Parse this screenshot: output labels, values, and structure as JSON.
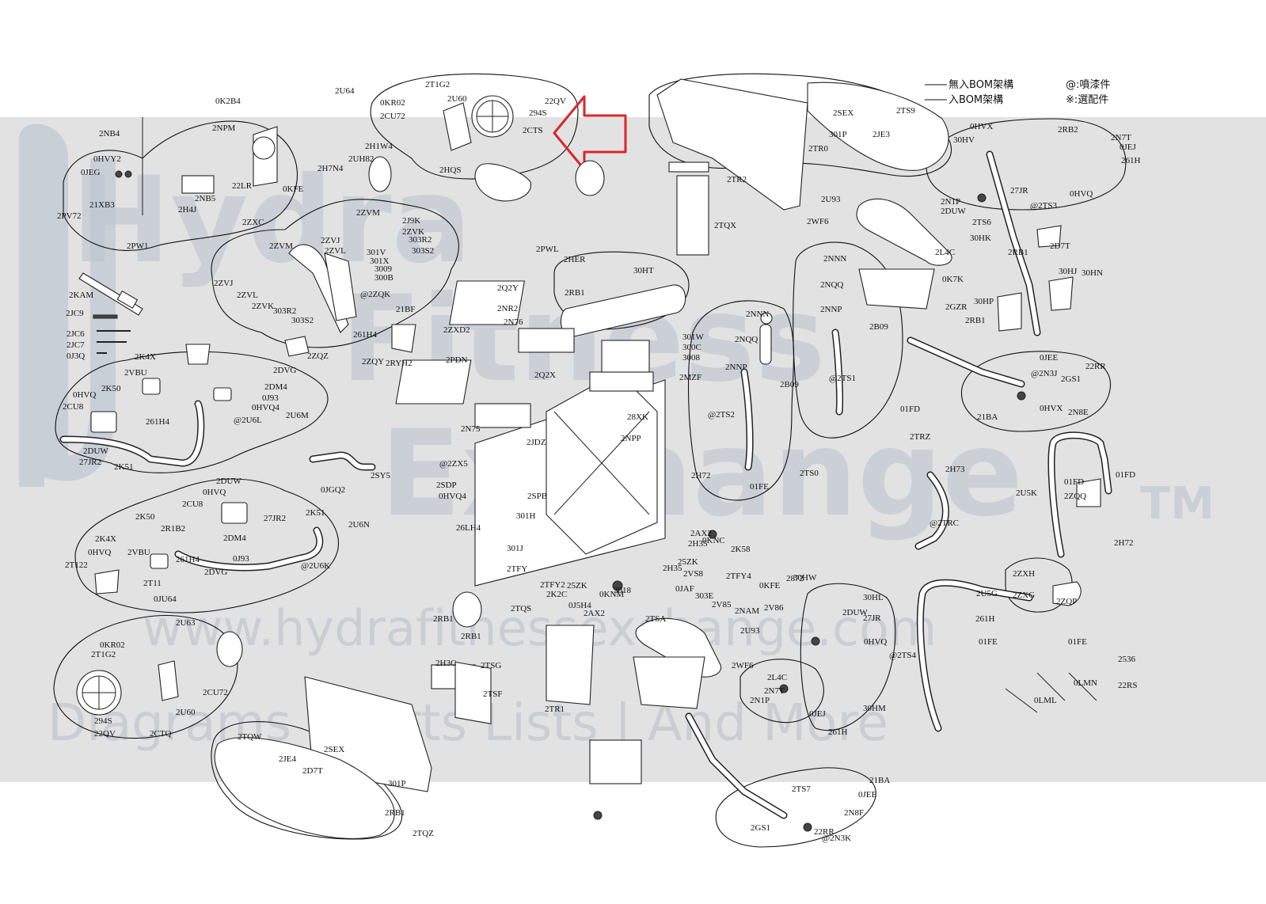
{
  "legend": {
    "line1": "無入BOM架構",
    "line2": "入BOM架構",
    "note1": "@:噴漆件",
    "note2": "※:選配件"
  },
  "watermark": {
    "brand_line1": "Hydra",
    "brand_line2": "Fitness",
    "brand_line3": "Exchange",
    "tm": "TM",
    "url": "www.hydrafitnessexchange.com",
    "tagline": "Diagrams | Parts Lists | And More"
  },
  "callout_arrow": {
    "color": "#d9262b",
    "points_to": "2CTS"
  },
  "part_labels": [
    "2U64",
    "2T1G2",
    "0KR02",
    "2U60",
    "2CU72",
    "294S",
    "22QV",
    "2CTS",
    "0K2B4",
    "2NPM",
    "2NB4",
    "0HVY2",
    "0JEG",
    "22LR",
    "2H4J",
    "2NB5",
    "21XB3",
    "2PV72",
    "2PW1",
    "2H1W4",
    "2UH82",
    "2H7N4",
    "2HQS",
    "0KFE",
    "2ZXC",
    "2ZVM",
    "2J9K",
    "2ZVK",
    "303R2",
    "303S2",
    "2ZVJ",
    "2ZVL",
    "301V",
    "301X",
    "3009",
    "300B",
    "2ZVM",
    "2ZVJ",
    "2ZVL",
    "2ZVK",
    "303R2",
    "303S2",
    "@2ZQK",
    "21BF",
    "261H4",
    "2ZQZ",
    "2ZQY",
    "2RYH2",
    "2ZXD2",
    "2KAM",
    "2JC9",
    "2JC6",
    "2JC7",
    "0J3Q",
    "2K4X",
    "2VBU",
    "2K50",
    "0HVQ",
    "2CU8",
    "2DVG",
    "2DM4",
    "0J93",
    "0HVQ4",
    "@2U6L",
    "2U6M",
    "261H4",
    "2DUW",
    "27JR2",
    "2K51",
    "2SY5",
    "0JGQ2",
    "2DUW",
    "0HVQ",
    "2CU8",
    "2K50",
    "2R1B2",
    "27JR2",
    "2K51",
    "2U6N",
    "2DM4",
    "2K4X",
    "0HVQ",
    "2VBU",
    "261H4",
    "0J93",
    "2DVG",
    "@2U6K",
    "2T122",
    "2T11",
    "0JU64",
    "2U63",
    "0KR02",
    "2T1G2",
    "2CU72",
    "2U60",
    "294S",
    "22QV",
    "2CTQ",
    "2TR2",
    "2TQX",
    "2SEX",
    "2TS9",
    "301P",
    "2JE3",
    "2TR0",
    "2PWL",
    "2HER",
    "30HT",
    "2Q2Y",
    "2NR2",
    "2N76",
    "2RB1",
    "301W",
    "300C",
    "3008",
    "2MZF",
    "2PDN",
    "2Q2X",
    "2N75",
    "2JDZ",
    "@2ZX5",
    "2SDP",
    "0HVQ4",
    "2SPB",
    "26LH4",
    "28XK",
    "2NPP",
    "301H",
    "301J",
    "2TFY",
    "2TFY2",
    "2K2C",
    "0KNM",
    "2AX2",
    "2H35",
    "2K58",
    "25ZK",
    "2VS8",
    "0KNC",
    "2TFY4",
    "2872",
    "30HW",
    "0KFE",
    "0JAF",
    "303E",
    "2V85",
    "2NAM",
    "2V86",
    "3018",
    "2AX2",
    "2H35",
    "25ZK",
    "2RB1",
    "2TQS",
    "0J5H4",
    "2RB1",
    "2H3C",
    "2TSG",
    "2TSF",
    "2TR1",
    "2TQW",
    "2JE4",
    "2SEX",
    "2D7T",
    "301P",
    "2RB1",
    "2TQZ",
    "2TSA",
    "2U93",
    "2WF6",
    "2L4C",
    "2N7T",
    "2N1P",
    "0JEJ",
    "261H",
    "30HM",
    "30HL",
    "27JR",
    "2DUW",
    "0HVQ",
    "@2TS4",
    "2TS7",
    "0JEE",
    "21BA",
    "2N8F",
    "2GS1",
    "22RR",
    "@2N3K",
    "0HVX",
    "30HV",
    "2RB2",
    "2N7T",
    "0JEJ",
    "261H",
    "2N1P",
    "2DUW",
    "27JR",
    "@2TS3",
    "0HVQ",
    "2TS6",
    "30HK",
    "2RB1",
    "2D7T",
    "30HJ",
    "30HN",
    "30HP",
    "2RB1",
    "2U93",
    "2WF6",
    "2L4C",
    "0K7K",
    "2GZR",
    "2NNN",
    "2NQQ",
    "2NNP",
    "2B09",
    "@2TS1",
    "01FD",
    "2TRZ",
    "2NNN",
    "2NQQ",
    "2NNP",
    "2B09",
    "@2TS2",
    "2H72",
    "01FE",
    "2TS0",
    "0JEE",
    "2GS1",
    "22RR",
    "@2N3J",
    "21BA",
    "0HVX",
    "2N8E",
    "2H73",
    "@2TRC",
    "2U5K",
    "01FD",
    "2ZQQ",
    "01FD",
    "2H72",
    "2U5G",
    "2ZXH",
    "2ZXG",
    "2ZQP",
    "261H",
    "01FE",
    "01FE",
    "2536",
    "0LMN",
    "22RS",
    "0LML"
  ]
}
